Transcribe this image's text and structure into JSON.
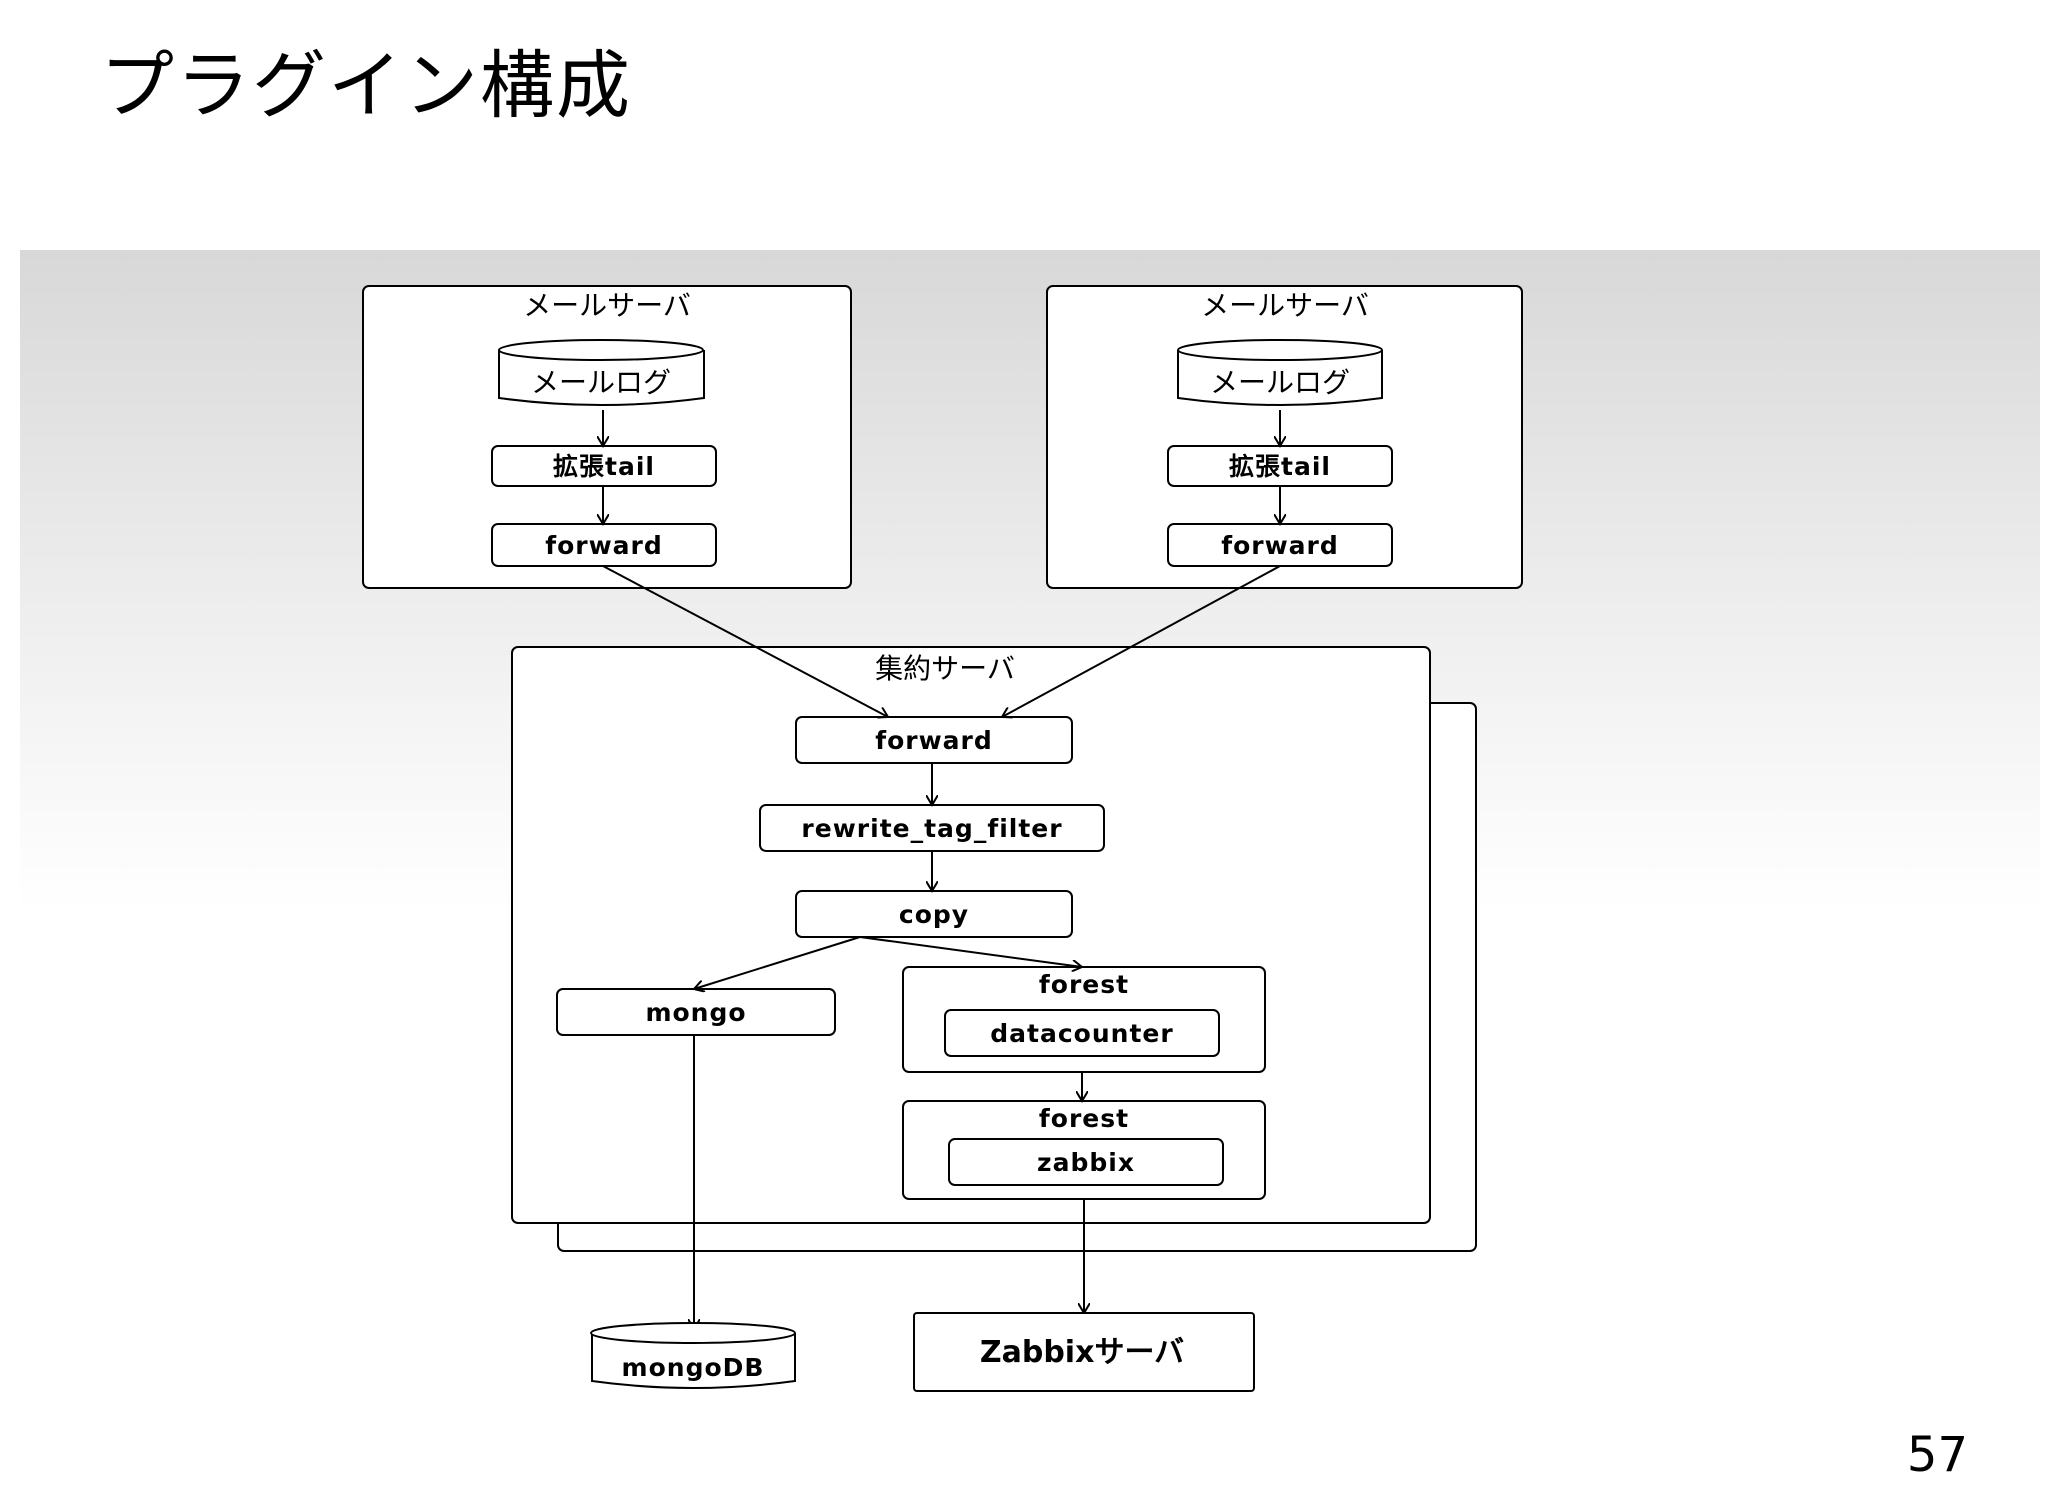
{
  "title": "プラグイン構成",
  "page_number": "57",
  "diagram": {
    "mail_server_1": {
      "label": "メールサーバ",
      "log": "メールログ",
      "tail": "拡張tail",
      "forward": "forward"
    },
    "mail_server_2": {
      "label": "メールサーバ",
      "log": "メールログ",
      "tail": "拡張tail",
      "forward": "forward"
    },
    "aggregation_server": {
      "label": "集約サーバ",
      "forward": "forward",
      "rewrite": "rewrite_tag_filter",
      "copy": "copy",
      "mongo": "mongo",
      "forest_1": {
        "label": "forest",
        "inner": "datacounter"
      },
      "forest_2": {
        "label": "forest",
        "inner": "zabbix"
      }
    },
    "mongodb": "mongoDB",
    "zabbix_server": "Zabbixサーバ"
  }
}
